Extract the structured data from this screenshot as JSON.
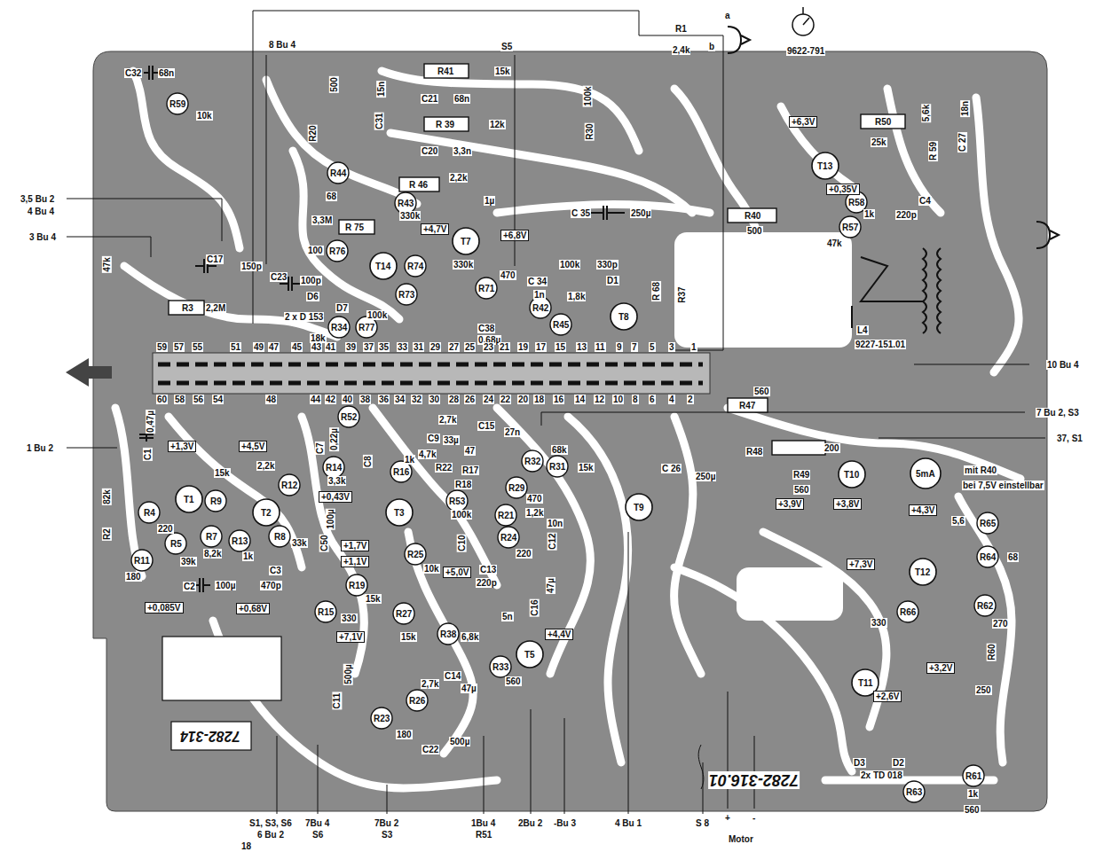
{
  "diagram": {
    "nodes": [
      {
        "text": [
          "+6,3V"
        ]
      },
      {
        "text": [
          "+0,35V"
        ]
      },
      {
        "text": [
          "+4,7V"
        ]
      },
      {
        "text": [
          "+6,8V"
        ]
      },
      {
        "text": [
          "+1,3V"
        ]
      },
      {
        "text": [
          "+4,5V"
        ]
      },
      {
        "text": [
          "+0,43V"
        ]
      },
      {
        "text": [
          "+3,9V"
        ]
      },
      {
        "text": [
          "+3,8V"
        ]
      },
      {
        "text": [
          "+4,3V"
        ]
      },
      {
        "text": [
          "+1,7V"
        ]
      },
      {
        "text": [
          "+1,1V"
        ]
      },
      {
        "text": [
          "+7,3V"
        ]
      },
      {
        "text": [
          "+5,0V"
        ]
      },
      {
        "text": [
          "+0,085V"
        ]
      },
      {
        "text": [
          "+0,68V"
        ]
      },
      {
        "text": [
          "+4,4V"
        ]
      },
      {
        "text": [
          "+7,1V"
        ]
      },
      {
        "text": [
          "+3,2V"
        ]
      },
      {
        "text": [
          "+2,6V"
        ]
      }
    ],
    "labels": [
      "8 Bu 4",
      "S5",
      "R1",
      "2,4k",
      "b",
      "a",
      "9622-791",
      "C32",
      "68n",
      "R59",
      "10k",
      "R41",
      "15k",
      "C21",
      "68n",
      "R 39",
      "12k",
      "C20",
      "3,3n",
      "15n",
      "C31",
      "R20",
      "500",
      "100k",
      "R30",
      "R44",
      "68",
      "R 46",
      "2,2k",
      "1µ",
      "3,3M",
      "R 75",
      "R43",
      "330k",
      "T7",
      "C 35",
      "250µ",
      "R40",
      "500",
      "T13",
      "R58",
      "1k",
      "R57",
      "47k",
      "R50",
      "25k",
      "5,6k",
      "R 59",
      "C 27",
      "18n",
      "C4",
      "220p",
      "L4",
      "9227-151.01",
      "3,5 Bu 2",
      "4 Bu 4",
      "3 Bu 4",
      "C17",
      "150p",
      "47k",
      "R3",
      "2,2M",
      "100",
      "R76",
      "T14",
      "R74",
      "330k",
      "470",
      "C23",
      "100p",
      "C 34",
      "1n",
      "100k",
      "330p",
      "D1",
      "1,8k",
      "R42",
      "R45",
      "T8",
      "R71",
      "D6",
      "2 x D 153",
      "D7",
      "R34",
      "18k",
      "R77",
      "100k",
      "R73",
      "C38",
      "0,68µ",
      "R 68",
      "R37",
      "59",
      "57",
      "55",
      "51",
      "49",
      "47",
      "45",
      "43",
      "41",
      "39",
      "37",
      "35",
      "33",
      "31",
      "29",
      "27",
      "25",
      "23",
      "21",
      "19",
      "17",
      "15",
      "13",
      "11",
      "9",
      "7",
      "5",
      "3",
      "1",
      "60",
      "58",
      "56",
      "54",
      "48",
      "44",
      "42",
      "40",
      "38",
      "36",
      "34",
      "32",
      "30",
      "28",
      "26",
      "24",
      "22",
      "20",
      "18",
      "16",
      "14",
      "12",
      "10",
      "8",
      "6",
      "4",
      "2",
      "10 Bu 4",
      "7 Bu 2, S3",
      "37, S1",
      "560",
      "R47",
      "R48",
      "200",
      "R49",
      "560",
      "T10",
      "5mA",
      "mit R40",
      "bei 7,5V einstellbar",
      "C 26",
      "250µ",
      "T9",
      "1 Bu 2",
      "C1",
      "0,47µ",
      "82k",
      "R2",
      "T1",
      "15k",
      "R9",
      "2,2k",
      "T2",
      "R12",
      "R4",
      "220",
      "R5",
      "39k",
      "R7",
      "8,2k",
      "R13",
      "1k",
      "R8",
      "33k",
      "R11",
      "180",
      "C2",
      "100µ",
      "C3",
      "470p",
      "R52",
      "C7",
      "0,22µ",
      "R14",
      "3,3k",
      "C8",
      "T3",
      "R16",
      "1k",
      "4,7k",
      "R22",
      "C9",
      "33µ",
      "2,7k",
      "C15",
      "27n",
      "47",
      "R17",
      "R18",
      "R32",
      "68k",
      "R31",
      "15k",
      "R29",
      "470",
      "R21",
      "1,2k",
      "10n",
      "C12",
      "R24",
      "220",
      "R53",
      "100k",
      "C10",
      "C50",
      "100µ",
      "R25",
      "10k",
      "R19",
      "15k",
      "R15",
      "330",
      "R27",
      "15k",
      "C13",
      "220p",
      "R38",
      "6,8k",
      "5n",
      "C16",
      "47µ",
      "T5",
      "R33",
      "560",
      "C14",
      "47µ",
      "2,7k",
      "R26",
      "C11",
      "500µ",
      "R23",
      "180",
      "C22",
      "500µ",
      "S1, S3, S6",
      "6 Bu 2",
      "18",
      "7Bu 4",
      "S6",
      "7Bu 2",
      "S3",
      "1Bu 4",
      "R51",
      "2Bu 2",
      "-Bu 3",
      "4 Bu 1",
      "S 8",
      "+",
      "-",
      "Motor",
      "7282-316.01",
      "7282-314",
      "5,6",
      "R65",
      "R64",
      "68",
      "T12",
      "R62",
      "270",
      "R66",
      "330",
      "R60",
      "250",
      "T11",
      "D3",
      "D2",
      "2x TD 018",
      "R63",
      "R61",
      "1k",
      "560"
    ]
  }
}
